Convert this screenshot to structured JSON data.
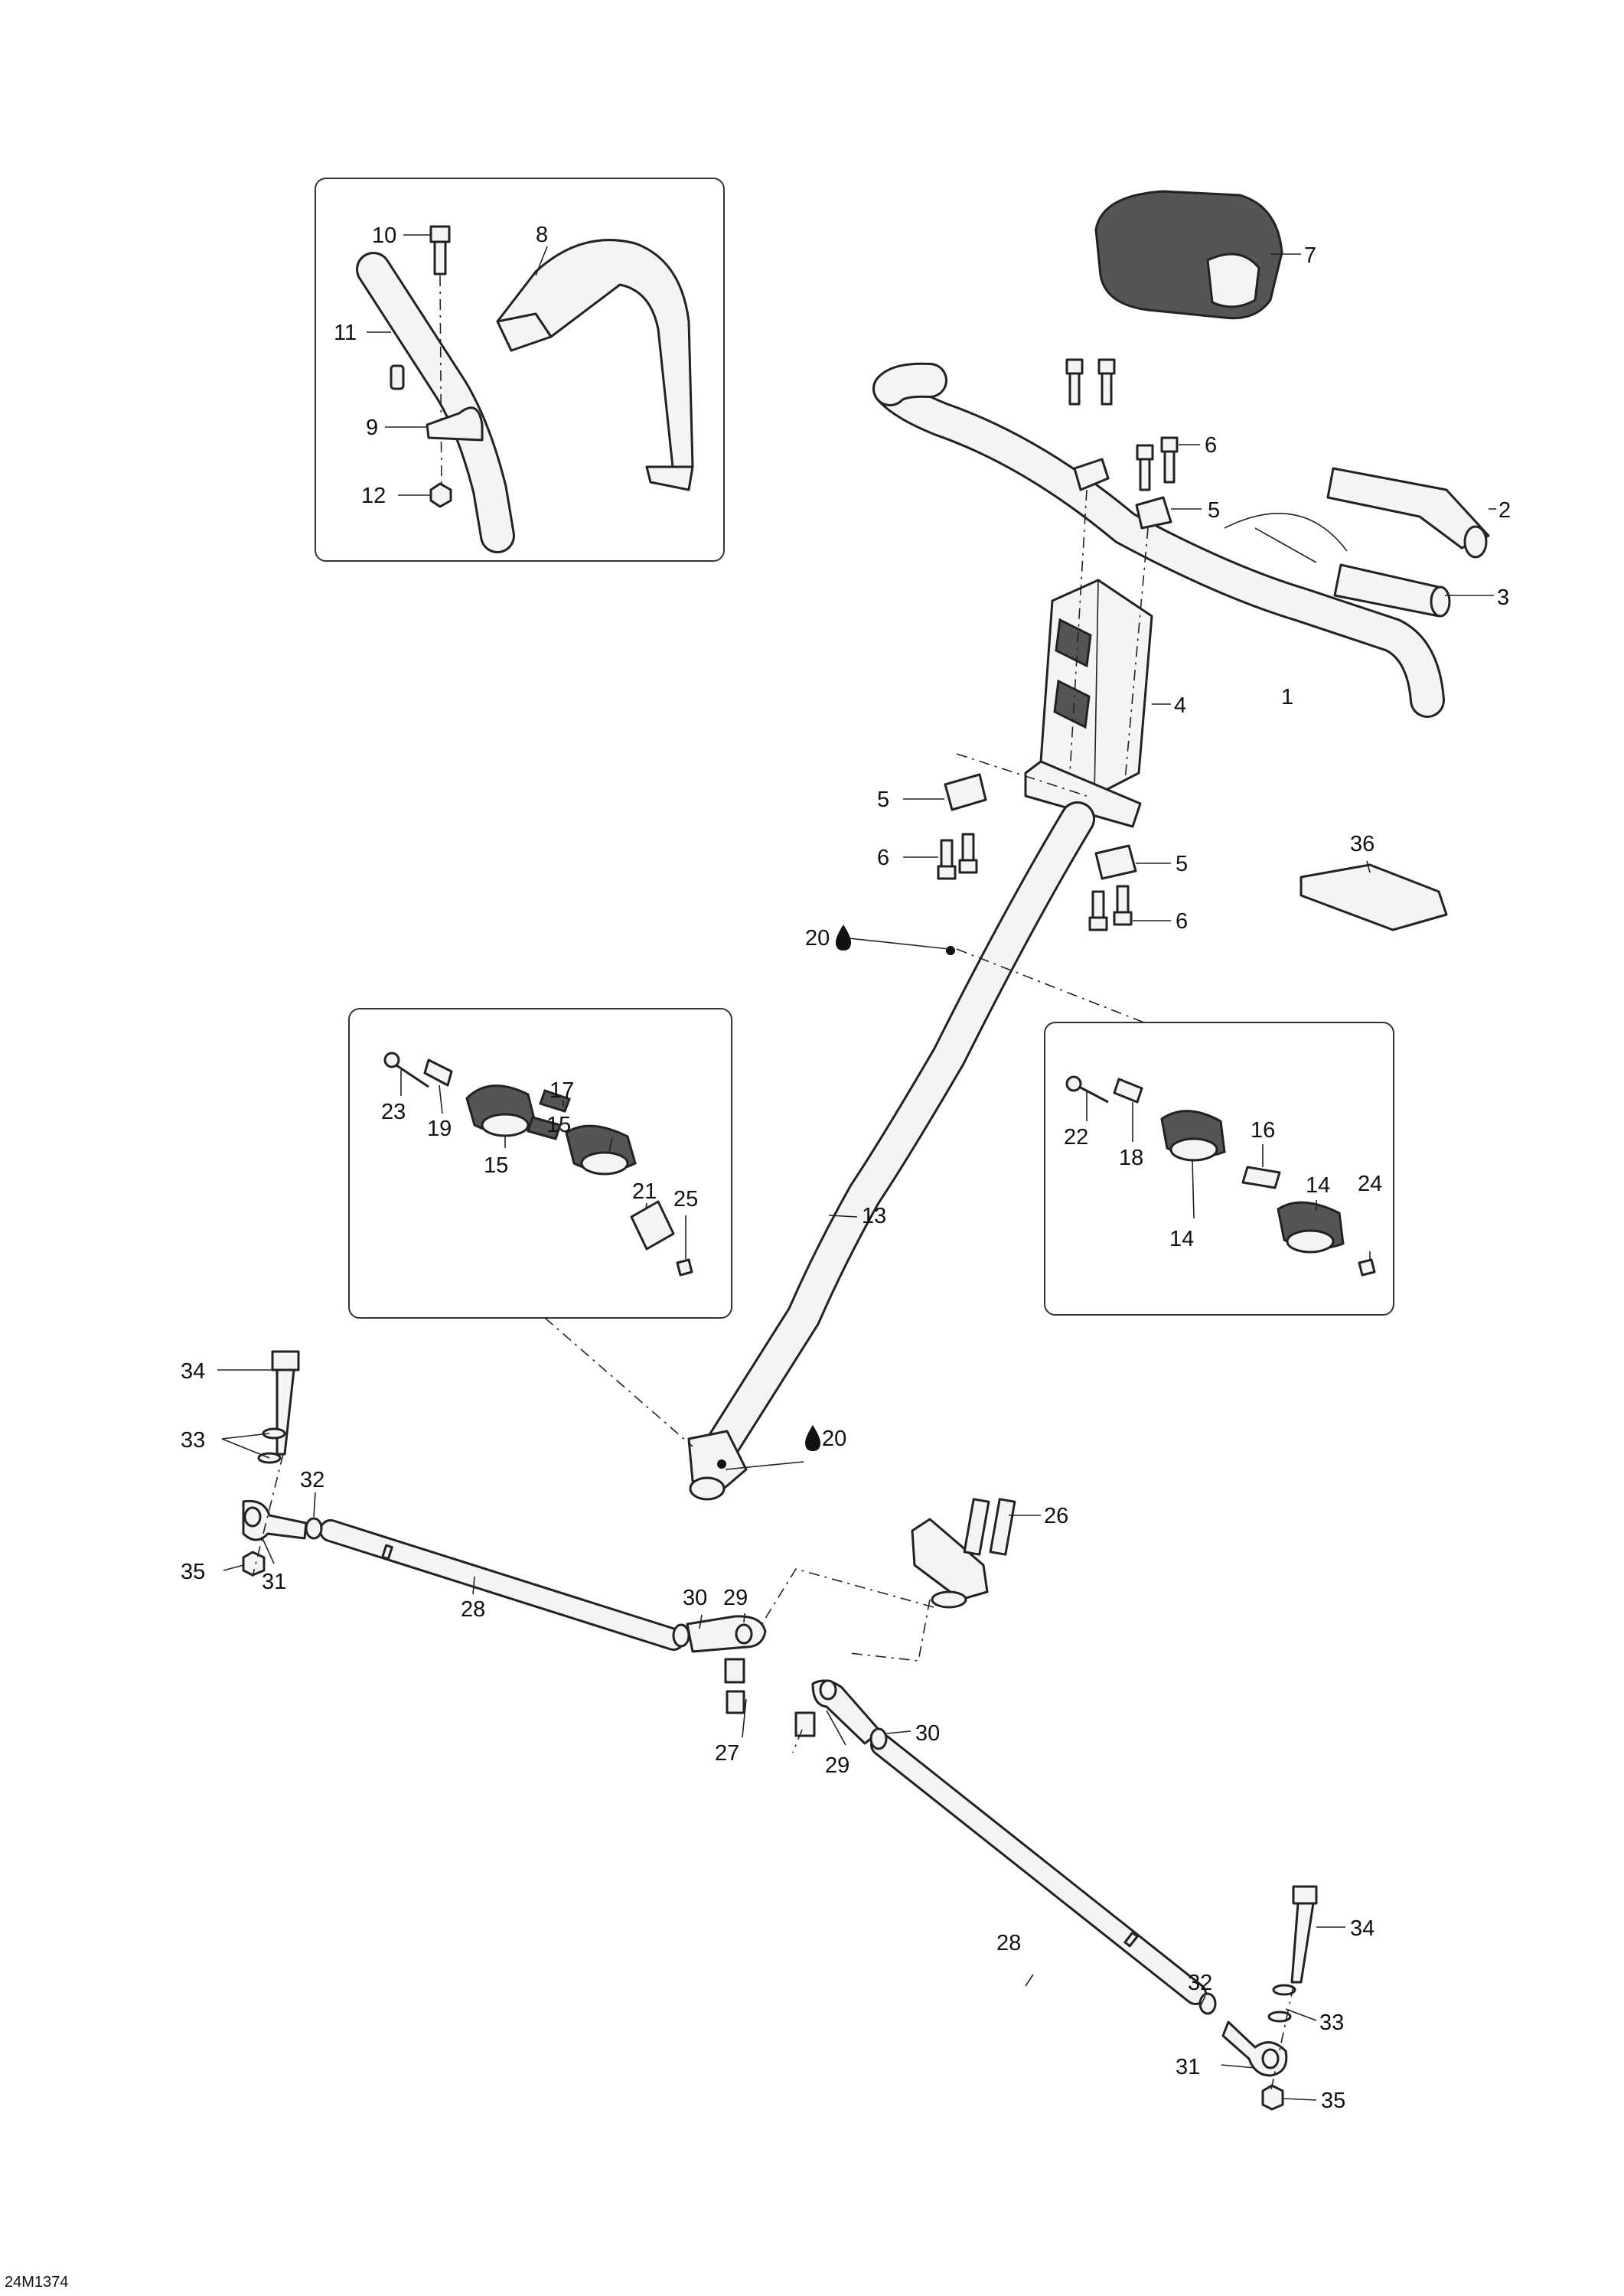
{
  "drawing_id": "24M1374",
  "callouts": {
    "c1": "1",
    "c2": "2",
    "c3": "3",
    "c4": "4",
    "c5a": "5",
    "c5b": "5",
    "c5c": "5",
    "c6a": "6",
    "c6b": "6",
    "c6c": "6",
    "c7": "7",
    "c8": "8",
    "c9": "9",
    "c10": "10",
    "c11": "11",
    "c12": "12",
    "c13": "13",
    "c14a": "14",
    "c14b": "14",
    "c15a": "15",
    "c15b": "15",
    "c16": "16",
    "c17": "17",
    "c18": "18",
    "c19": "19",
    "c20a": "20",
    "c20b": "20",
    "c21": "21",
    "c22": "22",
    "c23": "23",
    "c24": "24",
    "c25": "25",
    "c26": "26",
    "c27": "27",
    "c28a": "28",
    "c28b": "28",
    "c29a": "29",
    "c29b": "29",
    "c30a": "30",
    "c30b": "30",
    "c31a": "31",
    "c31b": "31",
    "c32a": "32",
    "c32b": "32",
    "c33a": "33",
    "c33b": "33",
    "c34a": "34",
    "c34b": "34",
    "c35a": "35",
    "c35b": "35",
    "c36": "36"
  },
  "symbols": {
    "lubricant": "droplet-icon"
  },
  "colors": {
    "line": "#222222",
    "part_fill": "#f4f4f4",
    "background": "#ffffff"
  }
}
